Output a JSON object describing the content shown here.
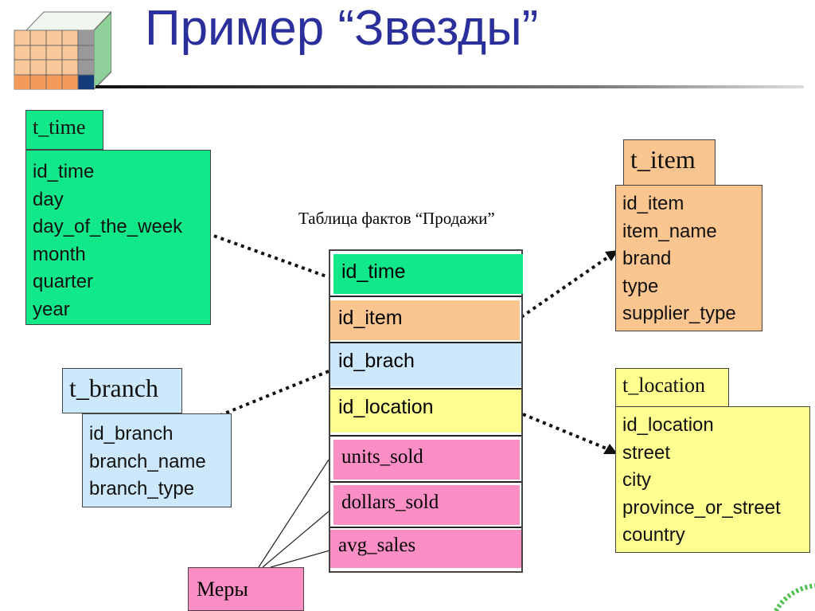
{
  "title": "Пример “Звезды”",
  "fact_table": {
    "caption": "Таблица фактов “Продажи”",
    "rows": [
      "id_time",
      "id_item",
      "id_brach",
      "id_location",
      "units_sold",
      "dollars_sold",
      "avg_sales"
    ]
  },
  "t_time": {
    "name": "t_time",
    "fields": [
      "id_time",
      "day",
      "day_of_the_week",
      "month",
      "quarter",
      "year"
    ]
  },
  "t_item": {
    "name": "t_item",
    "fields": [
      "id_item",
      "item_name",
      "brand",
      "type",
      "supplier_type"
    ]
  },
  "t_branch": {
    "name": "t_branch",
    "fields": [
      "id_branch",
      "branch_name",
      "branch_type"
    ]
  },
  "t_location": {
    "name": "t_location",
    "fields": [
      "id_location",
      "street",
      "city",
      "province_or_street",
      "country"
    ]
  },
  "measures_label": "Меры",
  "colors": {
    "time": "#10e88a",
    "item": "#fbc590",
    "branch": "#cde8fa",
    "location": "#fefe90",
    "measures": "#fb8ec4",
    "title": "#2b2f9c"
  }
}
